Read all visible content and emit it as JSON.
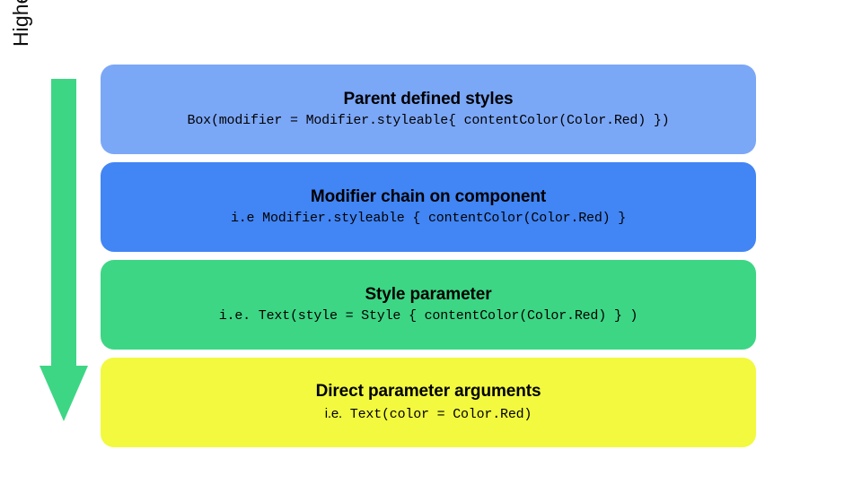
{
  "axis": {
    "label": "Higher precedence",
    "arrow_icon": "arrow-down-icon",
    "arrow_color": "#3DD685",
    "direction": "down"
  },
  "stack": {
    "rows": [
      {
        "title": "Parent defined styles",
        "code": "Box(modifier = Modifier.styleable{ contentColor(Color.Red) })",
        "color": "#7BA7F7"
      },
      {
        "title": "Modifier chain on component",
        "code_prefix": "i.e ",
        "code": "Modifier.styleable { contentColor(Color.Red) }",
        "color": "#4285F4"
      },
      {
        "title": "Style parameter",
        "code_prefix": "i.e. ",
        "code": "Text(style = Style { contentColor(Color.Red) } )",
        "color": "#3DD685"
      },
      {
        "title": "Direct parameter arguments",
        "code_prefix": "i.e.",
        "code": " Text(color = Color.Red)",
        "color": "#F2F93F"
      }
    ]
  },
  "colors": {
    "background": "#FFFFFF",
    "text": "#000000",
    "label_text": "#0D0D0D"
  }
}
